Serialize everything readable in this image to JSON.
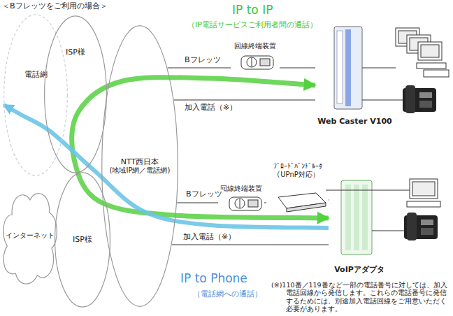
{
  "diagram": {
    "title": "＜Bフレッツをご利用の場合＞",
    "nodes": [
      {
        "text": [
          "電話網"
        ]
      },
      {
        "text": [
          "ISP様"
        ]
      },
      {
        "text": [
          "NTT西日本",
          "(地域IP網／電話網)"
        ]
      },
      {
        "text": [
          "インターネット"
        ]
      },
      {
        "text": [
          "ISP様"
        ]
      },
      {
        "text": [
          "回線終端装置"
        ]
      },
      {
        "text": [
          "Web Caster V100"
        ]
      },
      {
        "text": [
          "ﾌﾞﾛｰﾄﾞﾊﾞﾝﾄﾞﾙｰﾀ （UPnP対応）"
        ]
      },
      {
        "text": [
          "回線終端装置"
        ]
      },
      {
        "text": [
          "VoIPアダプタ"
        ]
      }
    ],
    "edges": [
      {
        "from": 2,
        "to": 5,
        "label": "Bフレッツ",
        "arrow": "none"
      },
      {
        "from": 5,
        "to": 6,
        "arrow": "none"
      },
      {
        "from": 2,
        "to": 6,
        "label": "加入電話（※）",
        "arrow": "none"
      },
      {
        "from": 2,
        "to": 8,
        "label": "Bフレッツ",
        "arrow": "none"
      },
      {
        "from": 8,
        "to": 7,
        "arrow": "none"
      },
      {
        "from": 7,
        "to": 9,
        "arrow": "none"
      },
      {
        "from": 2,
        "to": 9,
        "label": "加入電話（※）",
        "arrow": "none"
      },
      {
        "from": 6,
        "to": 9,
        "arrow": "both"
      },
      {
        "from": 9,
        "to": 0,
        "arrow": "to"
      }
    ],
    "labels": [
      "IP to IP",
      "（IP電話サービスご利用者間の通話）",
      "IP to Phone",
      "（電話網への通話）",
      "(※)110番／119番など一部の電話番号に対しては、加入電話回線から発信します。これらの電話番号に発信するためには、別途加入電話回線をご用意いただく必要があります。"
    ]
  }
}
